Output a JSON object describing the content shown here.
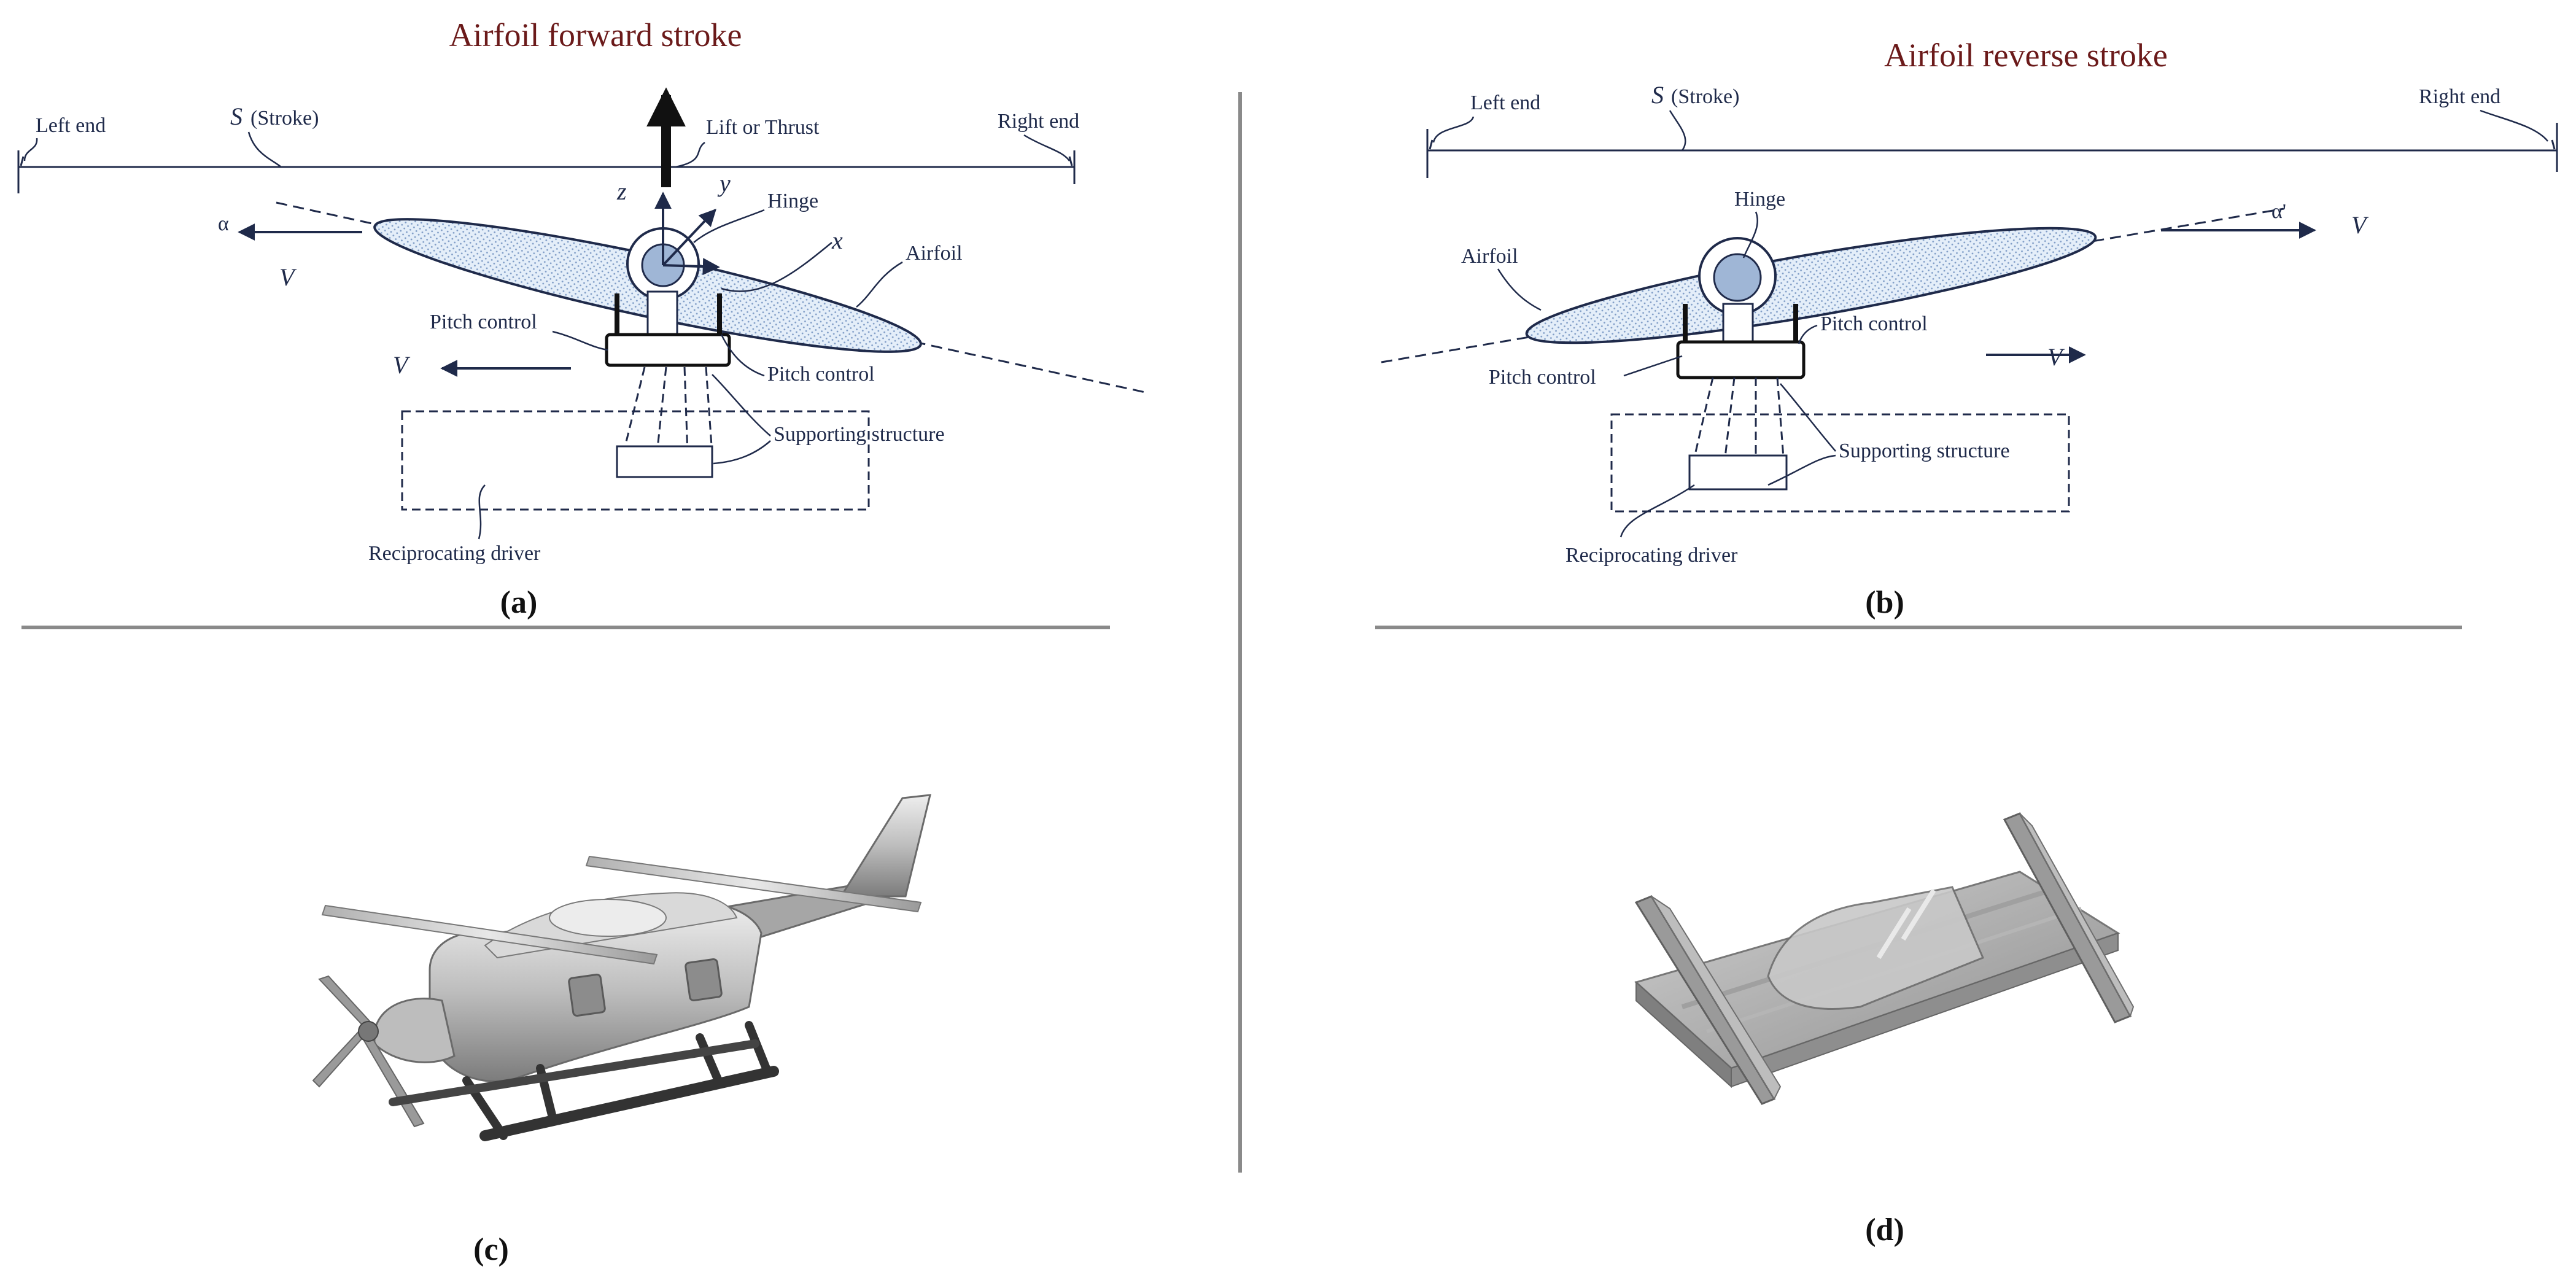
{
  "panel_a": {
    "title": "Airfoil forward stroke",
    "left_end": "Left end",
    "stroke_symbol": "S",
    "stroke_text": "(Stroke)",
    "lift_label": "Lift or Thrust",
    "right_end": "Right end",
    "alpha": "α",
    "v_top": "V",
    "z": "z",
    "y": "y",
    "x": "x",
    "hinge": "Hinge",
    "airfoil": "Airfoil",
    "pitch_control_1": "Pitch control",
    "pitch_control_2": "Pitch control",
    "v_bottom": "V",
    "supporting_structure": "Supporting structure",
    "reciprocating_driver": "Reciprocating driver",
    "caption": "(a)"
  },
  "panel_b": {
    "title": "Airfoil reverse stroke",
    "left_end": "Left end",
    "stroke_symbol": "S",
    "stroke_text": "(Stroke)",
    "right_end": "Right end",
    "hinge": "Hinge",
    "alpha_prime": "α'",
    "v_top": "V",
    "airfoil": "Airfoil",
    "pitch_control_1": "Pitch control",
    "pitch_control_2": "Pitch control",
    "v_bottom": "V",
    "supporting_structure": "Supporting structure",
    "reciprocating_driver": "Reciprocating driver",
    "caption": "(b)"
  },
  "panel_c": {
    "caption": "(c)"
  },
  "panel_d": {
    "caption": "(d)"
  },
  "colors": {
    "line": "#1f2a4a",
    "title": "#6b1a1a",
    "divider": "#8a8a8a",
    "airfoil_fill": "#dde9f6"
  }
}
